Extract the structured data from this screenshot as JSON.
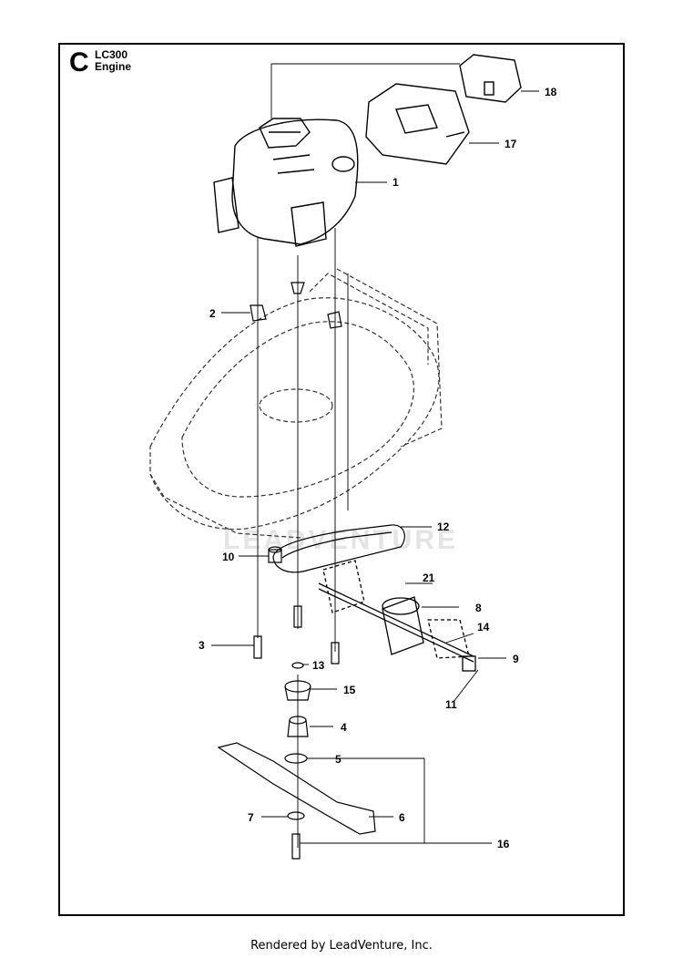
{
  "section": {
    "letter": "C",
    "model": "LC300",
    "title": "Engine"
  },
  "callouts": [
    "1",
    "2",
    "3",
    "4",
    "5",
    "6",
    "7",
    "8",
    "9",
    "10",
    "11",
    "12",
    "13",
    "14",
    "15",
    "16",
    "17",
    "18",
    "21"
  ],
  "watermark": "LEADVENTURE",
  "footer": "Rendered by LeadVenture, Inc."
}
